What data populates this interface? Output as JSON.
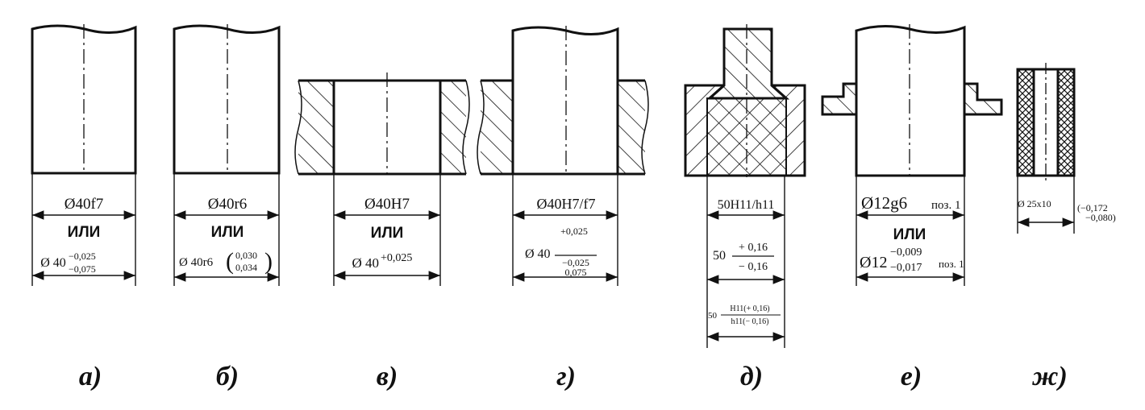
{
  "figures": [
    {
      "id": "a",
      "caption": "а)",
      "dim_main": "Ø40f7",
      "ili": "ИЛИ",
      "dim_alt_base": "Ø 40",
      "dim_alt_upper": "−0,025",
      "dim_alt_lower": "−0,075"
    },
    {
      "id": "b",
      "caption": "б)",
      "dim_main": "Ø40r6",
      "ili": "ИЛИ",
      "dim_alt_base": "Ø 40r6",
      "dim_alt_upper": "0,030",
      "dim_alt_lower": "0,034"
    },
    {
      "id": "v",
      "caption": "в)",
      "dim_main": "Ø40H7",
      "ili": "ИЛИ",
      "dim_alt_base": "Ø 40",
      "dim_alt_upper": "+0,025"
    },
    {
      "id": "g",
      "caption": "г)",
      "dim_main": "Ø40H7/f7",
      "dim_alt_top": "+0,025",
      "dim_alt_base": "Ø 40",
      "dim_alt_upper": "−0,025",
      "dim_alt_lower": "0,075"
    },
    {
      "id": "d",
      "caption": "д)",
      "dim_main": "50H11/h11",
      "dim_mid_base": "50",
      "dim_mid_upper": "+ 0,16",
      "dim_mid_lower": "− 0,16",
      "dim_low_base": "50",
      "dim_low_upper": "H11(+ 0,16)",
      "dim_low_lower": "h11(− 0,16)"
    },
    {
      "id": "e",
      "caption": "е)",
      "dim_main": "Ø12g6",
      "dim_pos": "поз. 1",
      "ili": "ИЛИ",
      "dim_alt_base": "Ø12",
      "dim_alt_upper": "−0,009",
      "dim_alt_lower": "−0,017",
      "dim_alt_pos": "поз. 1"
    },
    {
      "id": "zh",
      "caption": "ж)",
      "dim_main": "Ø 25x10",
      "dim_side_upper": "(−0,172",
      "dim_side_lower": "−0,080)"
    }
  ]
}
